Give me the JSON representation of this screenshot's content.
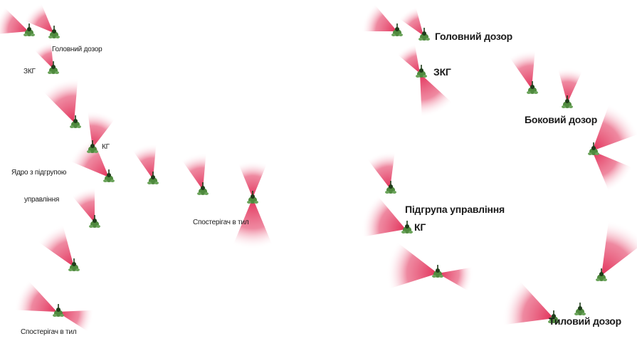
{
  "left_panel": {
    "labels": {
      "head_patrol": "Головний дозор",
      "zkg": "ЗКГ",
      "kg": "КГ",
      "core": "Ядро з підгрупою",
      "management": "управління",
      "observer_right": "Спостерігач в тил",
      "observer_bottom": "Спостерігач в тил"
    }
  },
  "right_panel": {
    "labels": {
      "head_patrol": "Головний дозор",
      "zkg": "ЗКГ",
      "side_patrol": "Боковий дозор",
      "control_subgroup": "Підгрупа управління",
      "kg": "КГ",
      "rear_patrol": "Тиловий дозор"
    }
  },
  "colors": {
    "sector": "#e0244f",
    "soldier": "#4f8a3e",
    "soldier_dark": "#1f3d1a",
    "label": "#1a1a1a"
  },
  "icons": {
    "soldier": "soldier-icon",
    "sector": "observation-sector"
  }
}
